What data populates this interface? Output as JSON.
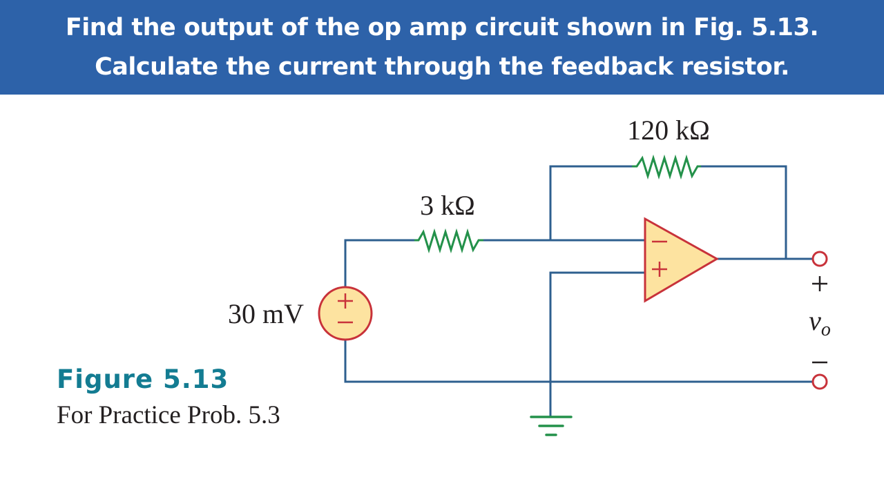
{
  "header": {
    "line1": "Find the output of the op amp circuit shown in Fig. 5.13.",
    "line2": "Calculate the current through the feedback resistor.",
    "background_color": "#2d62a9"
  },
  "circuit": {
    "feedback_resistor_label": "120 kΩ",
    "input_resistor_label": "3 kΩ",
    "source_label": "30 mV",
    "source_plus": "+",
    "source_minus": "−",
    "opamp_inverting": "−",
    "opamp_noninverting": "+",
    "output_plus": "+",
    "output_label_v": "v",
    "output_label_sub": "o",
    "output_minus": "−",
    "wire_color": "#2e5f8f",
    "resistor_color": "#23914a",
    "component_outline_color": "#c8323a",
    "component_fill_color": "#fde3a0",
    "ground_color": "#23914a"
  },
  "caption": {
    "title": "Figure 5.13",
    "subtitle": "For Practice Prob. 5.3",
    "title_color": "#137c92"
  }
}
